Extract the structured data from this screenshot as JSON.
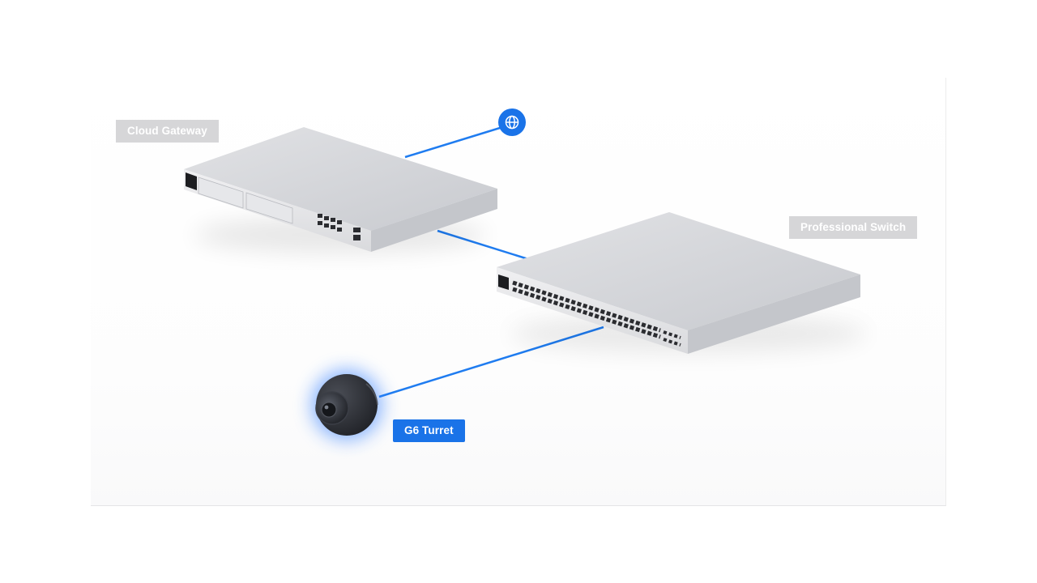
{
  "diagram": {
    "gateway_label": "Cloud Gateway",
    "switch_label": "Professional Switch",
    "camera_label": "G6 Turret",
    "internet_icon": "globe-icon",
    "colors": {
      "link": "#1f7cf0",
      "label_gray": "#d6d6d8",
      "label_blue": "#1a73e8",
      "device_body": "#d9dadd",
      "camera_body": "#2a2c31"
    }
  }
}
